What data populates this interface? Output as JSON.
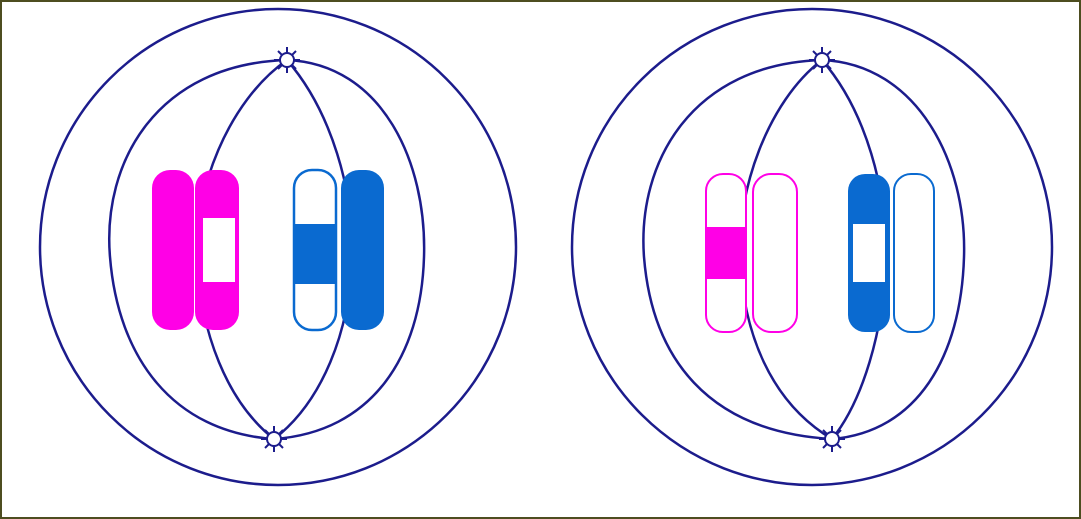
{
  "colors": {
    "spindle": "#1c1c8c",
    "chrom_magenta": "#ff00e6",
    "chrom_blue": "#0a6ad0",
    "background": "#ffffff",
    "border": "#4d4d20"
  },
  "cells": [
    {
      "id": "left-cell",
      "chromosomes": [
        {
          "color": "magenta",
          "filled": true
        },
        {
          "color": "magenta",
          "filled": true,
          "band": "white"
        },
        {
          "color": "blue",
          "filled": false,
          "band": "filled"
        },
        {
          "color": "blue",
          "filled": true
        }
      ]
    },
    {
      "id": "right-cell",
      "chromosomes": [
        {
          "color": "magenta",
          "filled": false,
          "band": "filled"
        },
        {
          "color": "magenta",
          "filled": false
        },
        {
          "color": "blue",
          "filled": true,
          "band": "white"
        },
        {
          "color": "blue",
          "filled": false
        }
      ]
    }
  ]
}
